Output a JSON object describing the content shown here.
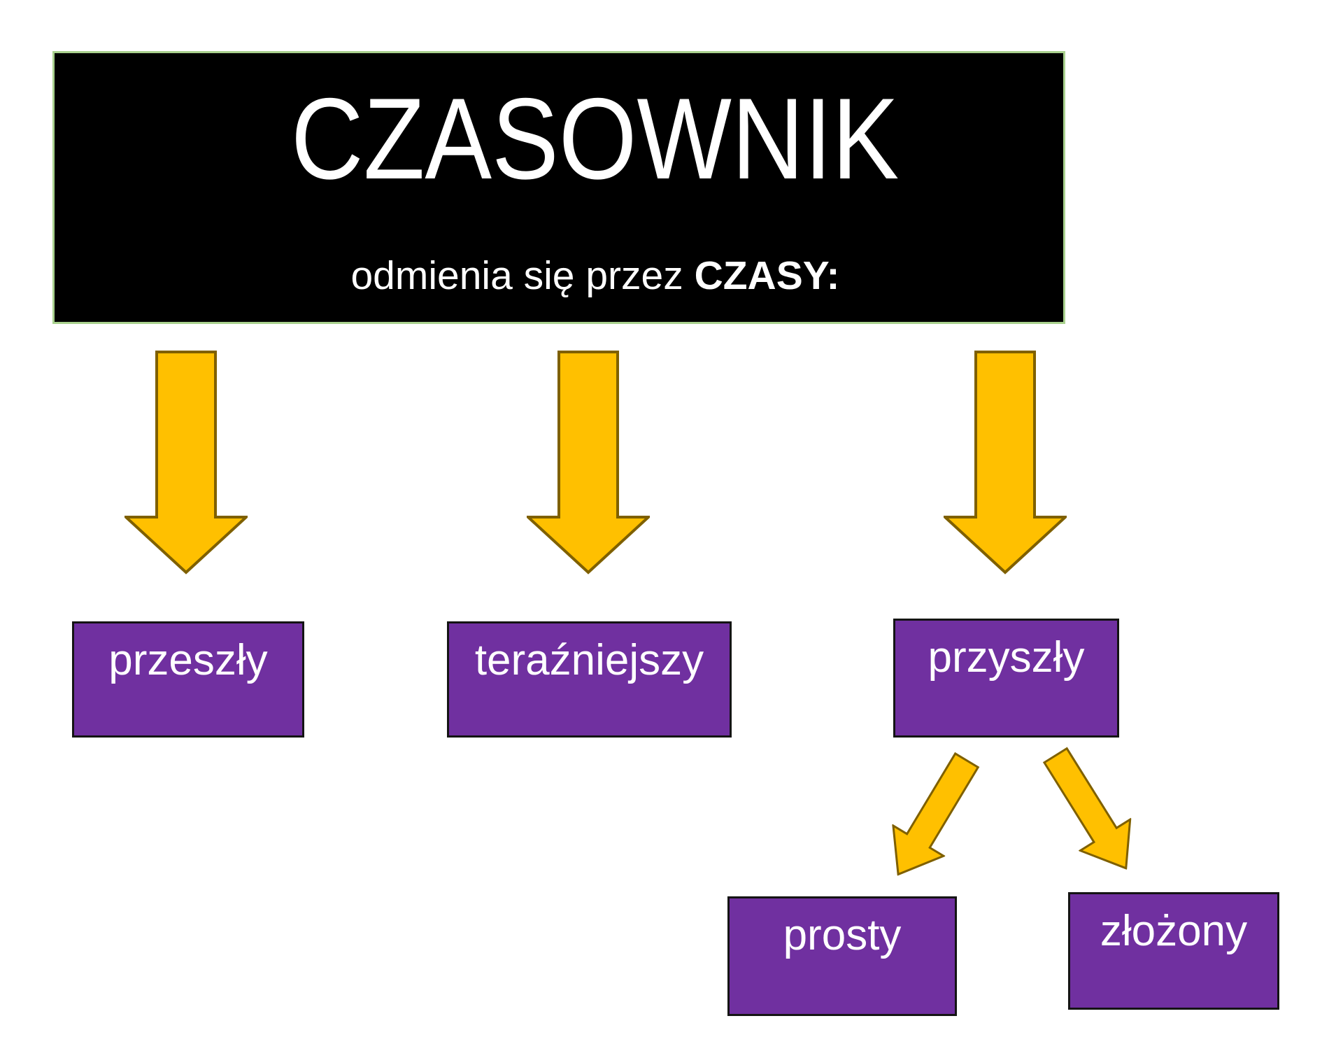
{
  "header": {
    "title": "CZASOWNIK",
    "subtitle_regular": "odmienia się przez ",
    "subtitle_bold": "CZASY:"
  },
  "level1_boxes": [
    {
      "label": "przeszły"
    },
    {
      "label": "teraźniejszy"
    },
    {
      "label": "przyszły"
    }
  ],
  "level2_boxes": [
    {
      "label": "prosty"
    },
    {
      "label": "złożony"
    }
  ],
  "icons": {
    "vertical_arrows": "down-arrow",
    "diagonal_arrows": [
      "down-left-arrow",
      "down-right-arrow"
    ]
  },
  "colors": {
    "header_bg": "#000000",
    "header_border": "#A9D18E",
    "box_fill": "#7030A0",
    "box_border": "#141414",
    "arrow_fill": "#FFC000",
    "arrow_stroke": "#7F6000",
    "text": "#FFFFFF",
    "page_bg": "#FFFFFF"
  }
}
